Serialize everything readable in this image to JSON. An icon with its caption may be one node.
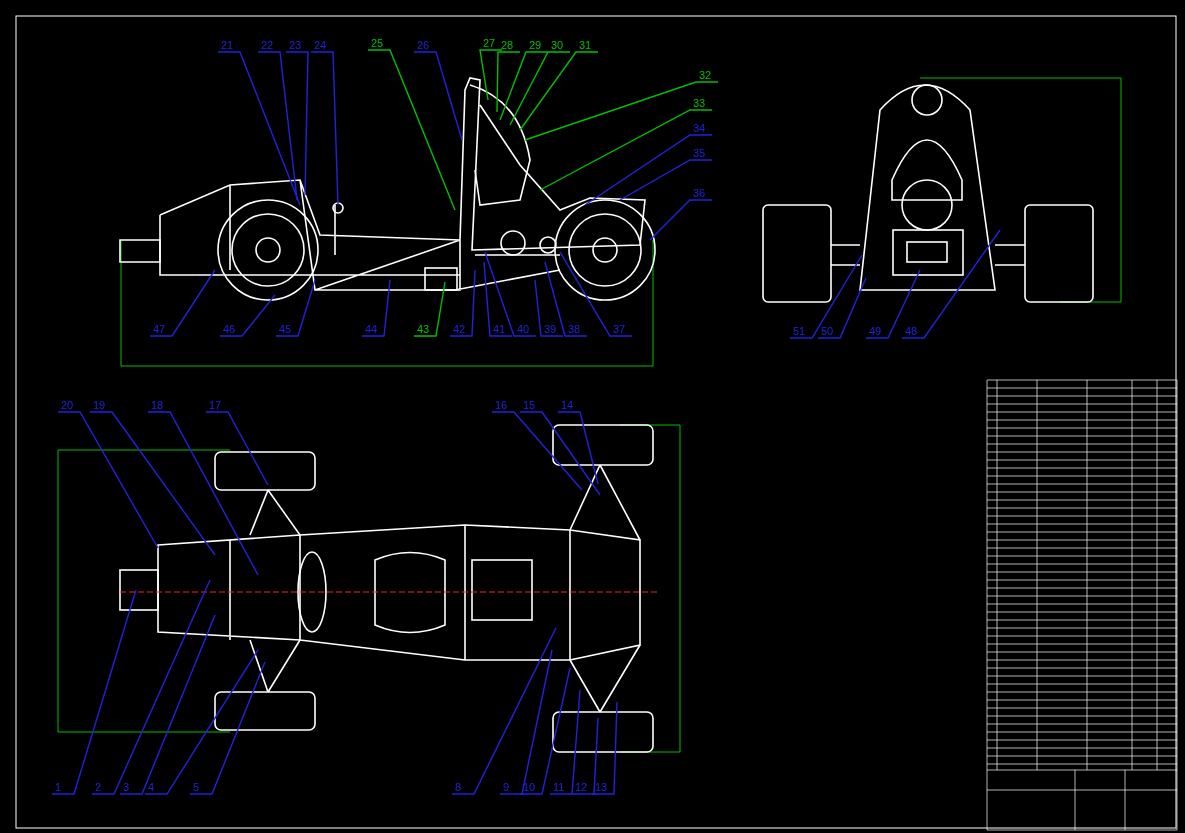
{
  "diagram": {
    "nodes": [
      {
        "text": [
          "21"
        ]
      },
      {
        "text": [
          "22"
        ]
      },
      {
        "text": [
          "23"
        ]
      },
      {
        "text": [
          "24"
        ]
      },
      {
        "text": [
          "25"
        ]
      },
      {
        "text": [
          "26"
        ]
      },
      {
        "text": [
          "27"
        ]
      },
      {
        "text": [
          "28"
        ]
      },
      {
        "text": [
          "29"
        ]
      },
      {
        "text": [
          "30"
        ]
      },
      {
        "text": [
          "31"
        ]
      },
      {
        "text": [
          "32"
        ]
      },
      {
        "text": [
          "33"
        ]
      },
      {
        "text": [
          "34"
        ]
      },
      {
        "text": [
          "35"
        ]
      },
      {
        "text": [
          "36"
        ]
      },
      {
        "text": [
          "47"
        ]
      },
      {
        "text": [
          "46"
        ]
      },
      {
        "text": [
          "45"
        ]
      },
      {
        "text": [
          "44"
        ]
      },
      {
        "text": [
          "43"
        ]
      },
      {
        "text": [
          "42"
        ]
      },
      {
        "text": [
          "41"
        ]
      },
      {
        "text": [
          "40"
        ]
      },
      {
        "text": [
          "39"
        ]
      },
      {
        "text": [
          "38"
        ]
      },
      {
        "text": [
          "37"
        ]
      },
      {
        "text": [
          "51"
        ]
      },
      {
        "text": [
          "50"
        ]
      },
      {
        "text": [
          "49"
        ]
      },
      {
        "text": [
          "48"
        ]
      },
      {
        "text": [
          "20"
        ]
      },
      {
        "text": [
          "19"
        ]
      },
      {
        "text": [
          "18"
        ]
      },
      {
        "text": [
          "17"
        ]
      },
      {
        "text": [
          "16"
        ]
      },
      {
        "text": [
          "15"
        ]
      },
      {
        "text": [
          "14"
        ]
      },
      {
        "text": [
          "1"
        ]
      },
      {
        "text": [
          "2"
        ]
      },
      {
        "text": [
          "3"
        ]
      },
      {
        "text": [
          "4"
        ]
      },
      {
        "text": [
          "5"
        ]
      },
      {
        "text": [
          "8"
        ]
      },
      {
        "text": [
          "9"
        ]
      },
      {
        "text": [
          "10"
        ]
      },
      {
        "text": [
          "11"
        ]
      },
      {
        "text": [
          "12"
        ]
      },
      {
        "text": [
          "13"
        ]
      }
    ],
    "edges": [
      {
        "from": 0,
        "to": null,
        "arrow": "none"
      },
      {
        "from": 1,
        "to": null,
        "arrow": "none"
      },
      {
        "from": 2,
        "to": null,
        "arrow": "none"
      },
      {
        "from": 3,
        "to": null,
        "arrow": "none"
      },
      {
        "from": 4,
        "to": null,
        "arrow": "none",
        "color": "#00c000"
      },
      {
        "from": 5,
        "to": null,
        "arrow": "none"
      },
      {
        "from": 6,
        "to": null,
        "arrow": "none",
        "color": "#00c000"
      },
      {
        "from": 7,
        "to": null,
        "arrow": "none",
        "color": "#00c000"
      },
      {
        "from": 8,
        "to": null,
        "arrow": "none",
        "color": "#00c000"
      },
      {
        "from": 9,
        "to": null,
        "arrow": "none",
        "color": "#00c000"
      },
      {
        "from": 10,
        "to": null,
        "arrow": "none",
        "color": "#00c000"
      },
      {
        "from": 11,
        "to": null,
        "arrow": "none",
        "color": "#00c000"
      },
      {
        "from": 12,
        "to": null,
        "arrow": "none",
        "color": "#00c000"
      },
      {
        "from": 13,
        "to": null,
        "arrow": "none"
      },
      {
        "from": 14,
        "to": null,
        "arrow": "none"
      },
      {
        "from": 15,
        "to": null,
        "arrow": "none"
      },
      {
        "from": 16,
        "to": null,
        "arrow": "none"
      },
      {
        "from": 17,
        "to": null,
        "arrow": "none"
      },
      {
        "from": 18,
        "to": null,
        "arrow": "none"
      },
      {
        "from": 19,
        "to": null,
        "arrow": "none"
      },
      {
        "from": 20,
        "to": null,
        "arrow": "none",
        "color": "#00c000"
      },
      {
        "from": 21,
        "to": null,
        "arrow": "none"
      },
      {
        "from": 22,
        "to": null,
        "arrow": "none"
      },
      {
        "from": 23,
        "to": null,
        "arrow": "none"
      },
      {
        "from": 24,
        "to": null,
        "arrow": "none"
      },
      {
        "from": 25,
        "to": null,
        "arrow": "none"
      },
      {
        "from": 26,
        "to": null,
        "arrow": "none"
      },
      {
        "from": 27,
        "to": null,
        "arrow": "none"
      },
      {
        "from": 28,
        "to": null,
        "arrow": "none"
      },
      {
        "from": 29,
        "to": null,
        "arrow": "none"
      },
      {
        "from": 30,
        "to": null,
        "arrow": "none"
      },
      {
        "from": 31,
        "to": null,
        "arrow": "none"
      },
      {
        "from": 32,
        "to": null,
        "arrow": "none"
      },
      {
        "from": 33,
        "to": null,
        "arrow": "none"
      },
      {
        "from": 34,
        "to": null,
        "arrow": "none"
      },
      {
        "from": 35,
        "to": null,
        "arrow": "none"
      },
      {
        "from": 36,
        "to": null,
        "arrow": "none"
      },
      {
        "from": 37,
        "to": null,
        "arrow": "none"
      },
      {
        "from": 38,
        "to": null,
        "arrow": "none"
      },
      {
        "from": 39,
        "to": null,
        "arrow": "none"
      },
      {
        "from": 40,
        "to": null,
        "arrow": "none"
      },
      {
        "from": 41,
        "to": null,
        "arrow": "none"
      },
      {
        "from": 42,
        "to": null,
        "arrow": "none"
      },
      {
        "from": 43,
        "to": null,
        "arrow": "none"
      },
      {
        "from": 44,
        "to": null,
        "arrow": "none"
      },
      {
        "from": 45,
        "to": null,
        "arrow": "none"
      },
      {
        "from": 46,
        "to": null,
        "arrow": "none"
      },
      {
        "from": 47,
        "to": null,
        "arrow": "none"
      },
      {
        "from": 48,
        "to": null,
        "arrow": "none"
      }
    ]
  }
}
